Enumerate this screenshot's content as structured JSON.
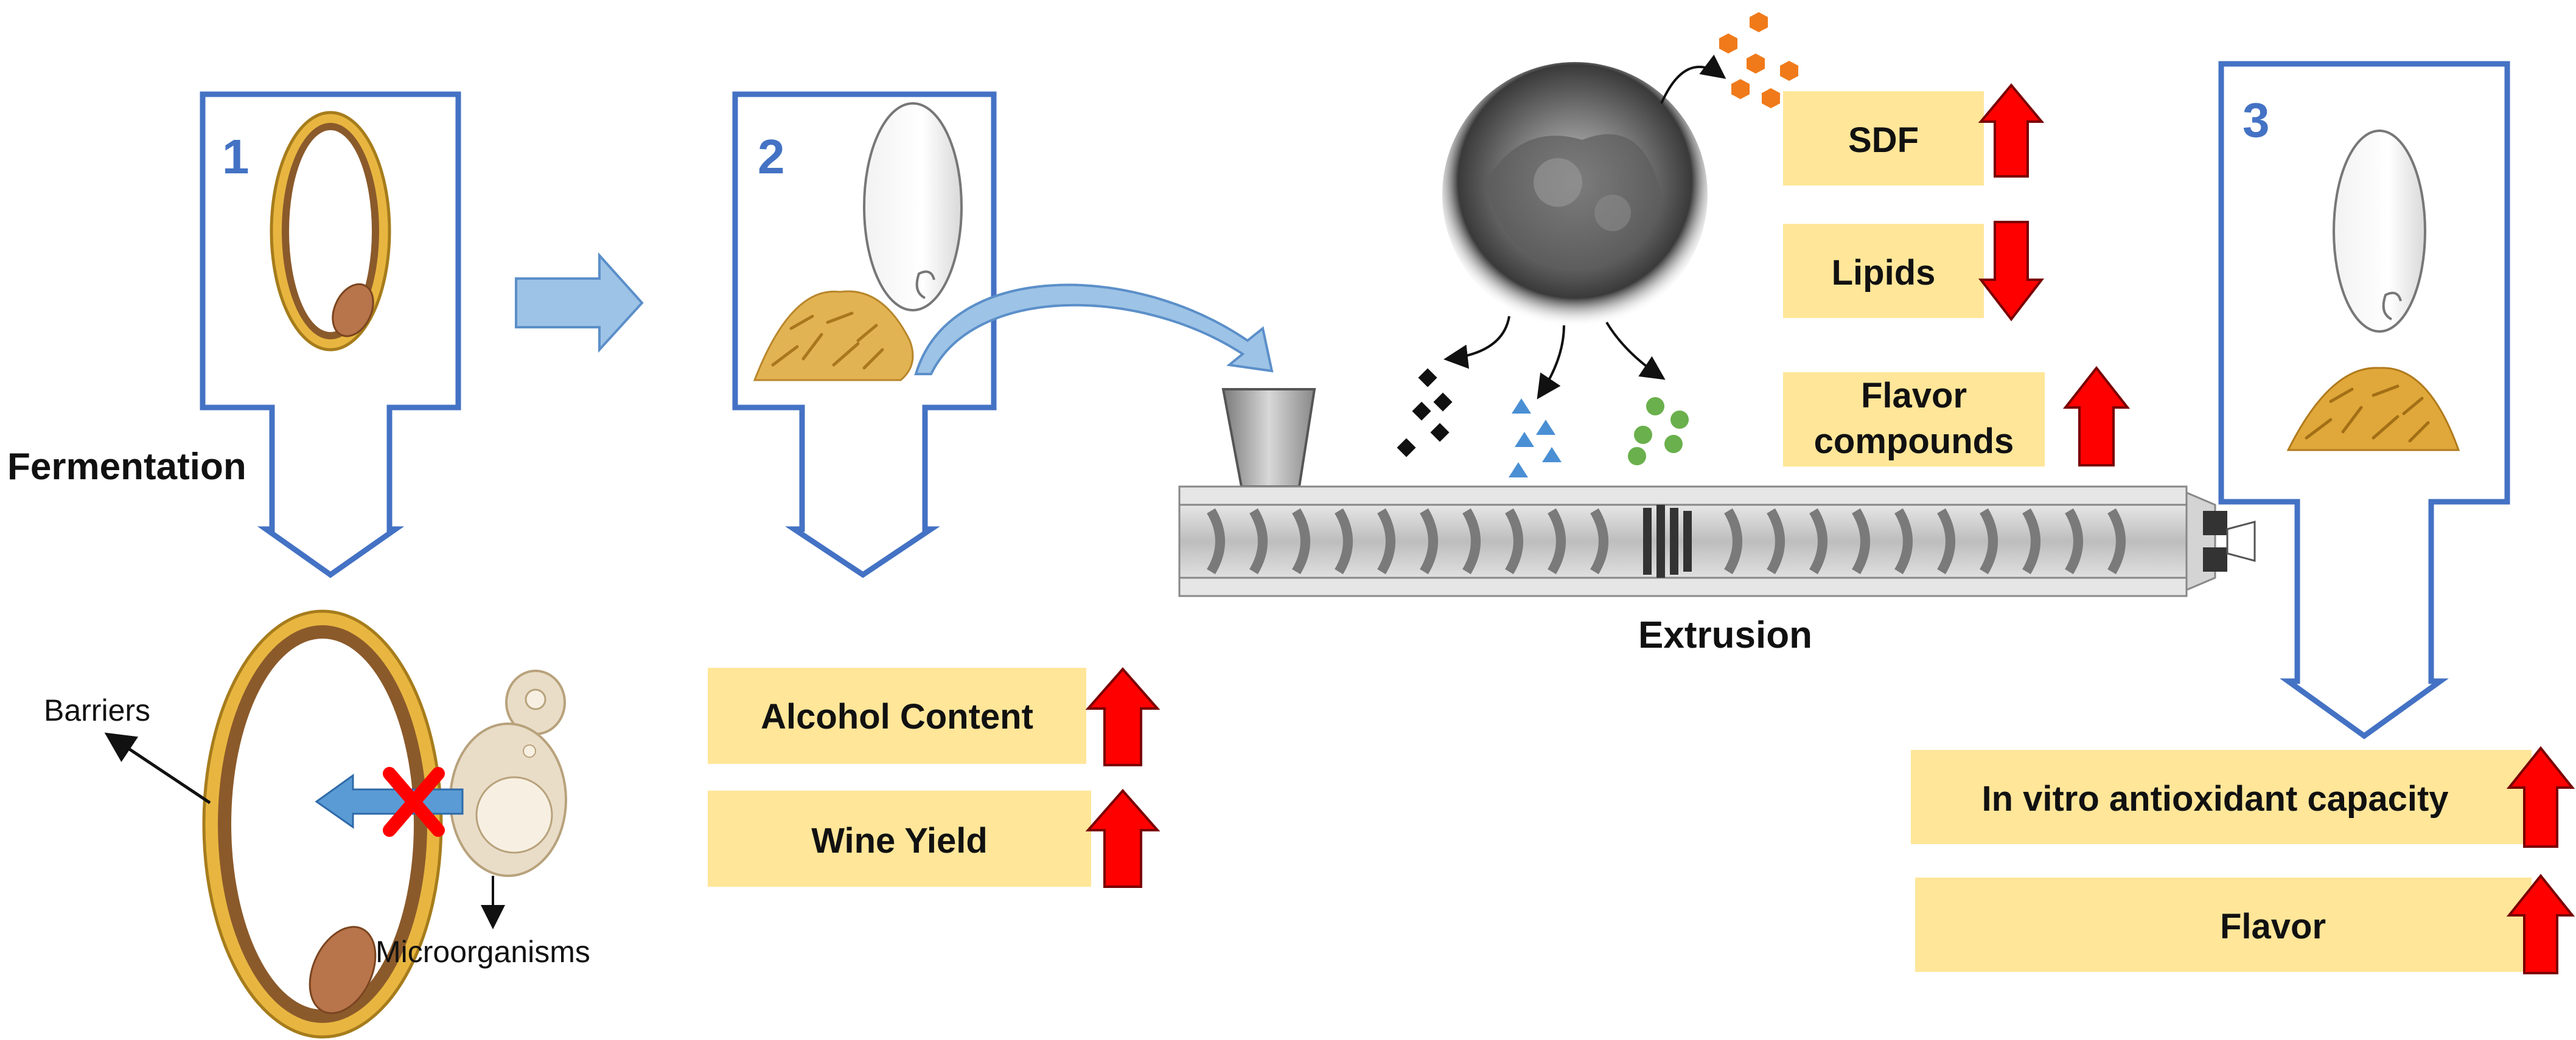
{
  "colors": {
    "box_outline": "#4472C4",
    "flow_arrow_fill": "#9DC3E6",
    "label_fill": "#FFE699",
    "up_arrow": "#FF0000",
    "hull_gold": "#C9A227",
    "bran_brown": "#8B5A2B",
    "germ": "#B8744A"
  },
  "stages": {
    "stage1": {
      "number": "1"
    },
    "stage2": {
      "number": "2"
    },
    "stage3": {
      "number": "3"
    }
  },
  "process": {
    "fermentation": "Fermentation",
    "extrusion": "Extrusion"
  },
  "grain_diagram": {
    "barriers_label": "Barriers",
    "microorganisms_label": "Microorganisms"
  },
  "fermentation_results": [
    {
      "label": "Alcohol Content",
      "direction": "up"
    },
    {
      "label": "Wine Yield",
      "direction": "up"
    }
  ],
  "extrusion_results": [
    {
      "label": "SDF",
      "direction": "up"
    },
    {
      "label": "Lipids",
      "direction": "down"
    },
    {
      "label_line1": "Flavor",
      "label_line2": "compounds",
      "direction": "up"
    }
  ],
  "final_results": [
    {
      "label": "In vitro antioxidant capacity",
      "direction": "up"
    },
    {
      "label": "Flavor",
      "direction": "up"
    }
  ]
}
